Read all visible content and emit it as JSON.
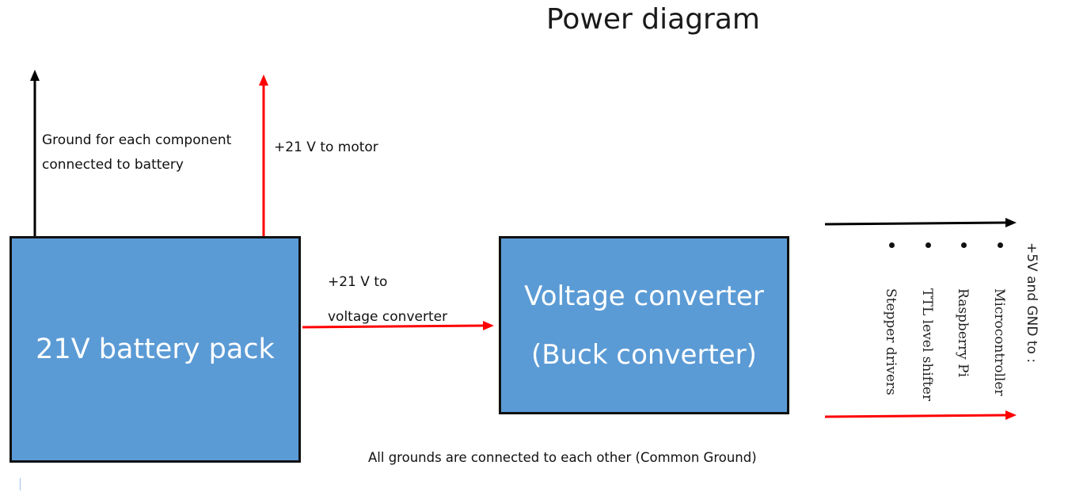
{
  "title": "Power diagram",
  "battery": {
    "label": "21V battery pack"
  },
  "converter": {
    "line1": "Voltage converter",
    "line2": "(Buck converter)"
  },
  "labels": {
    "ground_line1": "Ground for each component",
    "ground_line2": "connected to battery",
    "motor": "+21 V to motor",
    "to_converter_line1": "+21 V to",
    "to_converter_line2": "voltage converter",
    "common_ground": "All grounds are connected to each other (Common Ground)"
  },
  "outputs": {
    "heading": "+5V  and GND to :",
    "items": [
      "Microcontroller",
      "Raspberry Pi",
      "TTL level shifter",
      "Stepper drivers"
    ]
  },
  "colors": {
    "box_fill": "#5b9bd5",
    "box_border": "#111111",
    "ground_wire": "#000000",
    "power_wire": "#ff0000"
  },
  "icons": {
    "arrow": "arrow-head",
    "bullet": "dot"
  }
}
